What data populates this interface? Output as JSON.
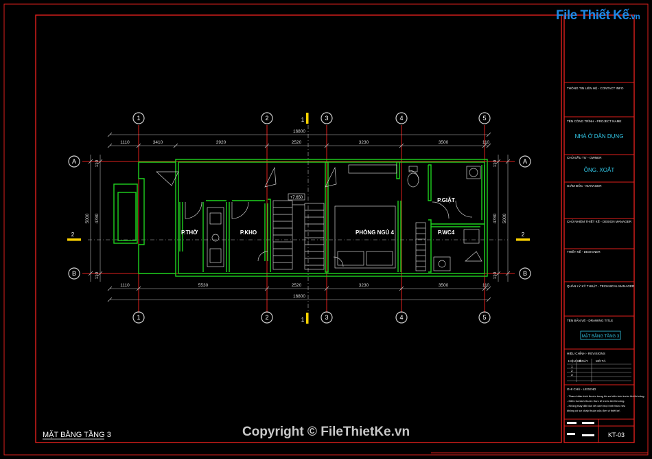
{
  "logo": {
    "brand": "File Thiết Kế",
    "domain": ".vn"
  },
  "watermark": "Copyright © FileThietKe.vn",
  "sheet_title": "MẶT BẰNG TẦNG 3",
  "sheet_code": "KT-03",
  "grid": {
    "columns": [
      "1",
      "2",
      "3",
      "4",
      "5"
    ],
    "rows": [
      "A",
      "B"
    ],
    "section_marks": [
      "1",
      "2"
    ]
  },
  "dims": {
    "total": "16800",
    "top": [
      "1110",
      "3410",
      "3920",
      "2520",
      "3230",
      "3500",
      "110"
    ],
    "bottom": [
      "1110",
      "5530",
      "2520",
      "3230",
      "3500",
      "110"
    ],
    "left_outer": "5000",
    "left_inner": "4780",
    "right_outer": "5000",
    "right_inner": "4780",
    "left_edge": [
      "110",
      "110"
    ],
    "right_edge": [
      "110",
      "110"
    ]
  },
  "rooms": {
    "tho": "P.THỜ",
    "kho": "P.KHO",
    "ngu4": "PHÒNG NGỦ 4",
    "giat": "P.GIẶT",
    "wc4": "P.WC4"
  },
  "level_tag": "+7.650",
  "title_block": {
    "contact": "THÔNG TIN LIÊN HỆ - CONTACT INFO",
    "project_label": "TÊN CÔNG TRÌNH - PROJECT NAME",
    "project_name": "NHÀ Ở DÂN DỤNG",
    "owner_label": "CHỦ ĐẦU TƯ - OWNER",
    "owner_name": "ÔNG. XOẮT",
    "director_label": "GIÁM ĐỐC - MANAGER",
    "chief_label": "CHỦ NHIỆM THIẾT KẾ - DESIGN MANAGER",
    "designer_label": "THIẾT KẾ - DESIGNER",
    "tech_label": "QUẢN LÝ KỸ THUẬT - TECHNICAL MANAGER",
    "drawing_label": "TÊN BẢN VẼ - DRAWING TITLE",
    "drawing_name": "MẶT BẰNG TẦNG 3",
    "revision_label": "HIỆU CHỈNH - REVISIONS",
    "rev_cols": [
      "HIỆU SỐ",
      "NGÀY",
      "MÔ TẢ"
    ],
    "rev_rows": [
      "1",
      "2",
      "3"
    ],
    "notes_label": "GHI CHÚ - LEGEND",
    "notes": [
      "- Tham khảo kích thước trong hồ sơ kiến trúc trước khi thi công.",
      "- Kiểm tra kích thước thực tế trước khi thi công.",
      "- Không thay đổi bản vẽ dưới mọi hình thức nếu",
      "  không có sự chấp thuận của đơn vị thiết kế."
    ]
  },
  "colors": {
    "frame": "#e0201c",
    "wall": "#1fd41f",
    "grid": "#e0201c",
    "text": "#ffffff",
    "dim": "#c8c8c8",
    "cyan": "#32c8e8",
    "yellow": "#ffd400"
  }
}
